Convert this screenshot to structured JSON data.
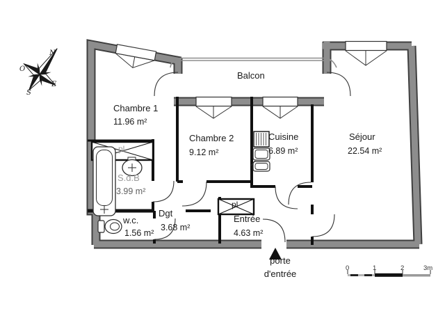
{
  "plan": {
    "rooms": [
      {
        "id": "chambre1",
        "name": "Chambre 1",
        "area": "11.96 m²"
      },
      {
        "id": "chambre2",
        "name": "Chambre 2",
        "area": "9.12 m²"
      },
      {
        "id": "cuisine",
        "name": "Cuisine",
        "area": "6.89 m²"
      },
      {
        "id": "sejour",
        "name": "Séjour",
        "area": "22.54 m²"
      },
      {
        "id": "sdb",
        "name": "S.d.B",
        "area": "3.99 m²"
      },
      {
        "id": "wc",
        "name": "w.c.",
        "area": "1.56 m²"
      },
      {
        "id": "dgt",
        "name": "Dgt",
        "area": "3.68 m²"
      },
      {
        "id": "entree",
        "name": "Entrée",
        "area": "4.63 m²"
      }
    ],
    "balcony_label": "Balcon",
    "closet_label": "pl",
    "entrance_door": {
      "line1": "porte",
      "line2": "d'entrée"
    },
    "compass": {
      "north": "N",
      "west": "O",
      "east": "E",
      "south": "S"
    },
    "scale_bar": {
      "ticks": [
        "0",
        "1",
        "2",
        "3m"
      ]
    },
    "colors": {
      "wall_gray": "#8d8d8d",
      "wall_outline": "#3f3f3f",
      "interior_wall": "#111111",
      "muted_label": "#9a9a9a"
    }
  }
}
